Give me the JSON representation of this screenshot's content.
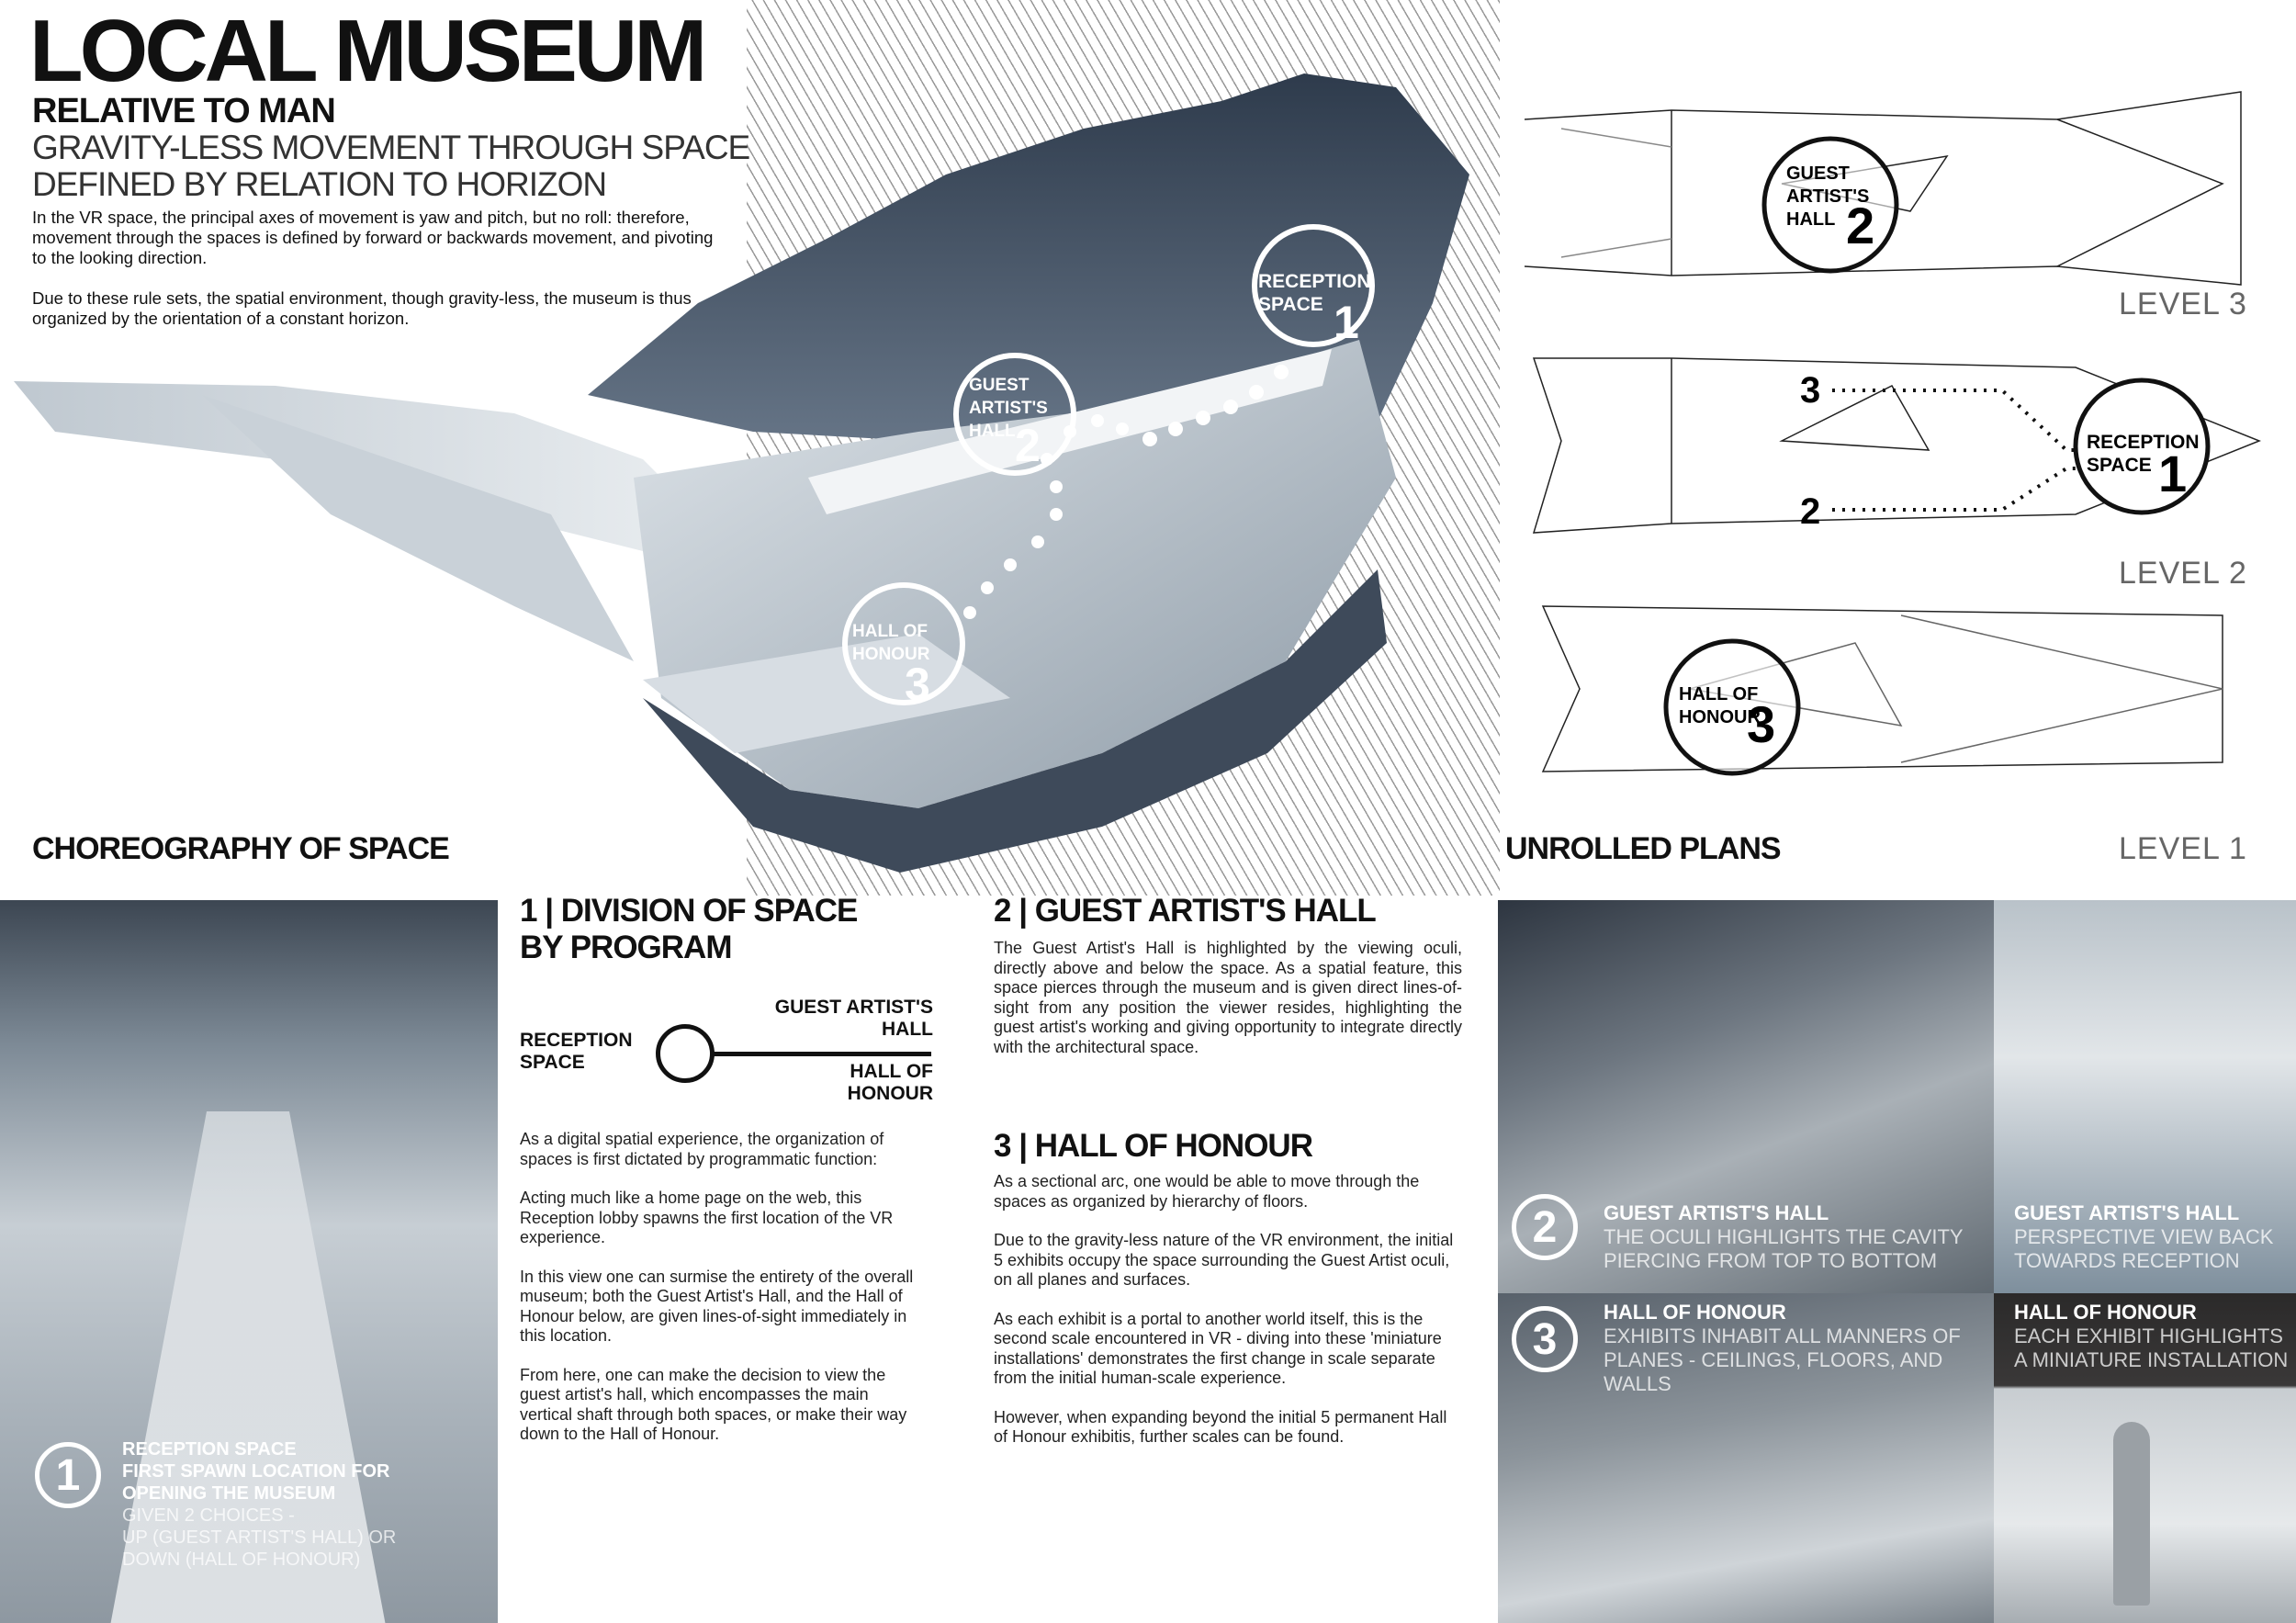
{
  "header": {
    "title": "LOCAL MUSEUM",
    "subtitle": "RELATIVE TO MAN",
    "tagline_1": "GRAVITY-LESS MOVEMENT THROUGH SPACE",
    "tagline_2": "DEFINED BY RELATION TO HORIZON"
  },
  "intro": {
    "p1": "In the VR space, the principal axes of movement is yaw and pitch, but no roll: therefore, movement through the spaces is defined by forward or backwards movement, and pivoting to the looking direction.",
    "p2": "Due to these rule sets, the spatial environment, though gravity-less, the museum is thus organized by the orientation of a constant horizon."
  },
  "render": {
    "label": "CHOREOGRAPHY OF SPACE",
    "markers": [
      {
        "text1": "RECEPTION",
        "text2": "SPACE",
        "num": "1"
      },
      {
        "text1": "GUEST",
        "text2": "ARTIST'S",
        "text3": "HALL",
        "num": "2"
      },
      {
        "text1": "HALL OF",
        "text2": "HONOUR",
        "num": "3"
      }
    ]
  },
  "plans": {
    "label": "UNROLLED PLANS",
    "level3": "LEVEL 3",
    "level2": "LEVEL 2",
    "level1": "LEVEL 1",
    "l3_marker": {
      "t1": "GUEST",
      "t2": "ARTIST'S",
      "t3": "HALL",
      "num": "2"
    },
    "l2_marker": {
      "t1": "RECEPTION",
      "t2": "SPACE",
      "num": "1"
    },
    "l2_up": "3",
    "l2_down": "2",
    "l1_marker": {
      "t1": "HALL OF",
      "t2": "HONOUR",
      "num": "3"
    }
  },
  "section1": {
    "heading_1": "1 | DIVISION OF SPACE",
    "heading_2": "BY PROGRAM",
    "diagram": {
      "left_1": "RECEPTION",
      "left_2": "SPACE",
      "up_1": "GUEST ARTIST'S",
      "up_2": "HALL",
      "down_1": "HALL OF",
      "down_2": "HONOUR"
    },
    "p1": "As a digital spatial experience, the organization of spaces is first dictated by programmatic function:",
    "p2": "Acting much like a home page on the web, this Reception lobby spawns the first location of the VR experience.",
    "p3": "In this view one can surmise the entirety of the overall museum; both the Guest Artist's Hall, and the Hall of Honour below, are given lines-of-sight immediately in this location.",
    "p4": "From here, one can make the decision to view the guest artist's hall, which encompasses the main vertical shaft through both spaces, or make their way down to the Hall of Honour."
  },
  "section2": {
    "heading": "2 | GUEST ARTIST'S HALL",
    "p1": "The Guest Artist's Hall is highlighted by the viewing oculi, directly above and below the space. As a spatial feature, this space pierces through the museum and is given direct lines-of-sight from any position the viewer resides, highlighting the guest artist's working and giving opportunity to integrate directly with the architectural space."
  },
  "section3": {
    "heading": "3 | HALL OF HONOUR",
    "p1": "As a sectional arc, one would be able to move through the spaces as organized by hierarchy of floors.",
    "p2": "Due to the gravity-less nature of the VR environment, the initial 5 exhibits occupy the space surrounding the Guest Artist oculi, on all planes and surfaces.",
    "p3": "As each exhibit is a portal to another world itself, this is the second scale encountered in VR - diving into these 'miniature installations' demonstrates the first change in scale separate from the initial human-scale experience.",
    "p4": "However, when expanding beyond the initial 5 permanent Hall of Honour exhibitis, further scales can be found."
  },
  "photos": {
    "reception": {
      "num": "1",
      "title_1": "RECEPTION SPACE",
      "title_2": "FIRST SPAWN LOCATION FOR",
      "title_3": "OPENING THE MUSEUM",
      "sub_1": "GIVEN 2 CHOICES -",
      "sub_2": "UP (GUEST ARTIST'S HALL) OR",
      "sub_3": "DOWN (HALL OF HONOUR)"
    },
    "guest_a": {
      "num": "2",
      "title": "GUEST ARTIST'S HALL",
      "sub_1": "THE OCULI HIGHLIGHTS THE CAVITY",
      "sub_2": "PIERCING FROM TOP TO BOTTOM"
    },
    "guest_b": {
      "title": "GUEST ARTIST'S HALL",
      "sub_1": "PERSPECTIVE VIEW BACK",
      "sub_2": "TOWARDS RECEPTION"
    },
    "honour_a": {
      "num": "3",
      "title": "HALL OF HONOUR",
      "sub_1": "EXHIBITS INHABIT ALL MANNERS OF",
      "sub_2": "PLANES - CEILINGS, FLOORS, AND",
      "sub_3": "WALLS"
    },
    "honour_b": {
      "title": "HALL OF HONOUR",
      "sub_1": "EACH EXHIBIT HIGHLIGHTS",
      "sub_2": "A MINIATURE INSTALLATION"
    }
  }
}
